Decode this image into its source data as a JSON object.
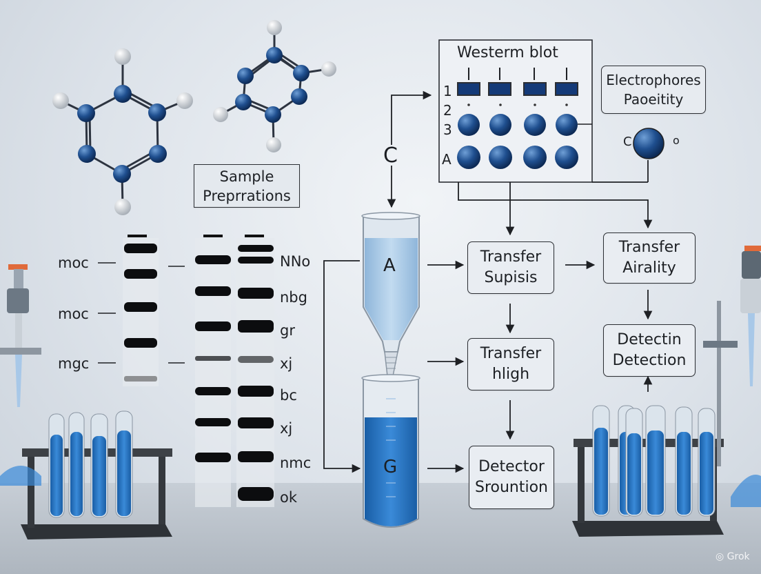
{
  "sample_box": {
    "line1": "Sample",
    "line2": "Preprrations"
  },
  "western_blot": {
    "title": "Westerm blot",
    "row_labels": [
      "1",
      "2",
      "3",
      "A"
    ]
  },
  "electrophores_box": {
    "line1": "Electrophores",
    "line2": "Paoeitity"
  },
  "c_label": "C",
  "tube_a_label": "A",
  "tube_g_label": "G",
  "gel_left_labels": [
    "moc",
    "moc",
    "mgc"
  ],
  "gel_right_labels": [
    "NNo",
    "nbg",
    "gr",
    "xj",
    "bc",
    "xj",
    "nmc",
    "ok"
  ],
  "flow_boxes": {
    "transfer_supisis": {
      "line1": "Transfer",
      "line2": "Supisis"
    },
    "transfer_airality": {
      "line1": "Transfer",
      "line2": "Airality"
    },
    "transfer_hligh": {
      "line1": "Transfer",
      "line2": "hligh"
    },
    "detectin_detection": {
      "line1": "Detectin",
      "line2": "Detection"
    },
    "detector_srountion": {
      "line1": "Detector",
      "line2": "Srountion"
    }
  },
  "molecule_symbols": [
    "C",
    "o"
  ],
  "watermark": "Grok",
  "colors": {
    "molecule_blue": "#1f4f8f",
    "liquid_blue": "#1f74c4",
    "light_liquid": "#9cc2e3",
    "box_fill": "#e9edf2",
    "line": "#2b2e33"
  }
}
